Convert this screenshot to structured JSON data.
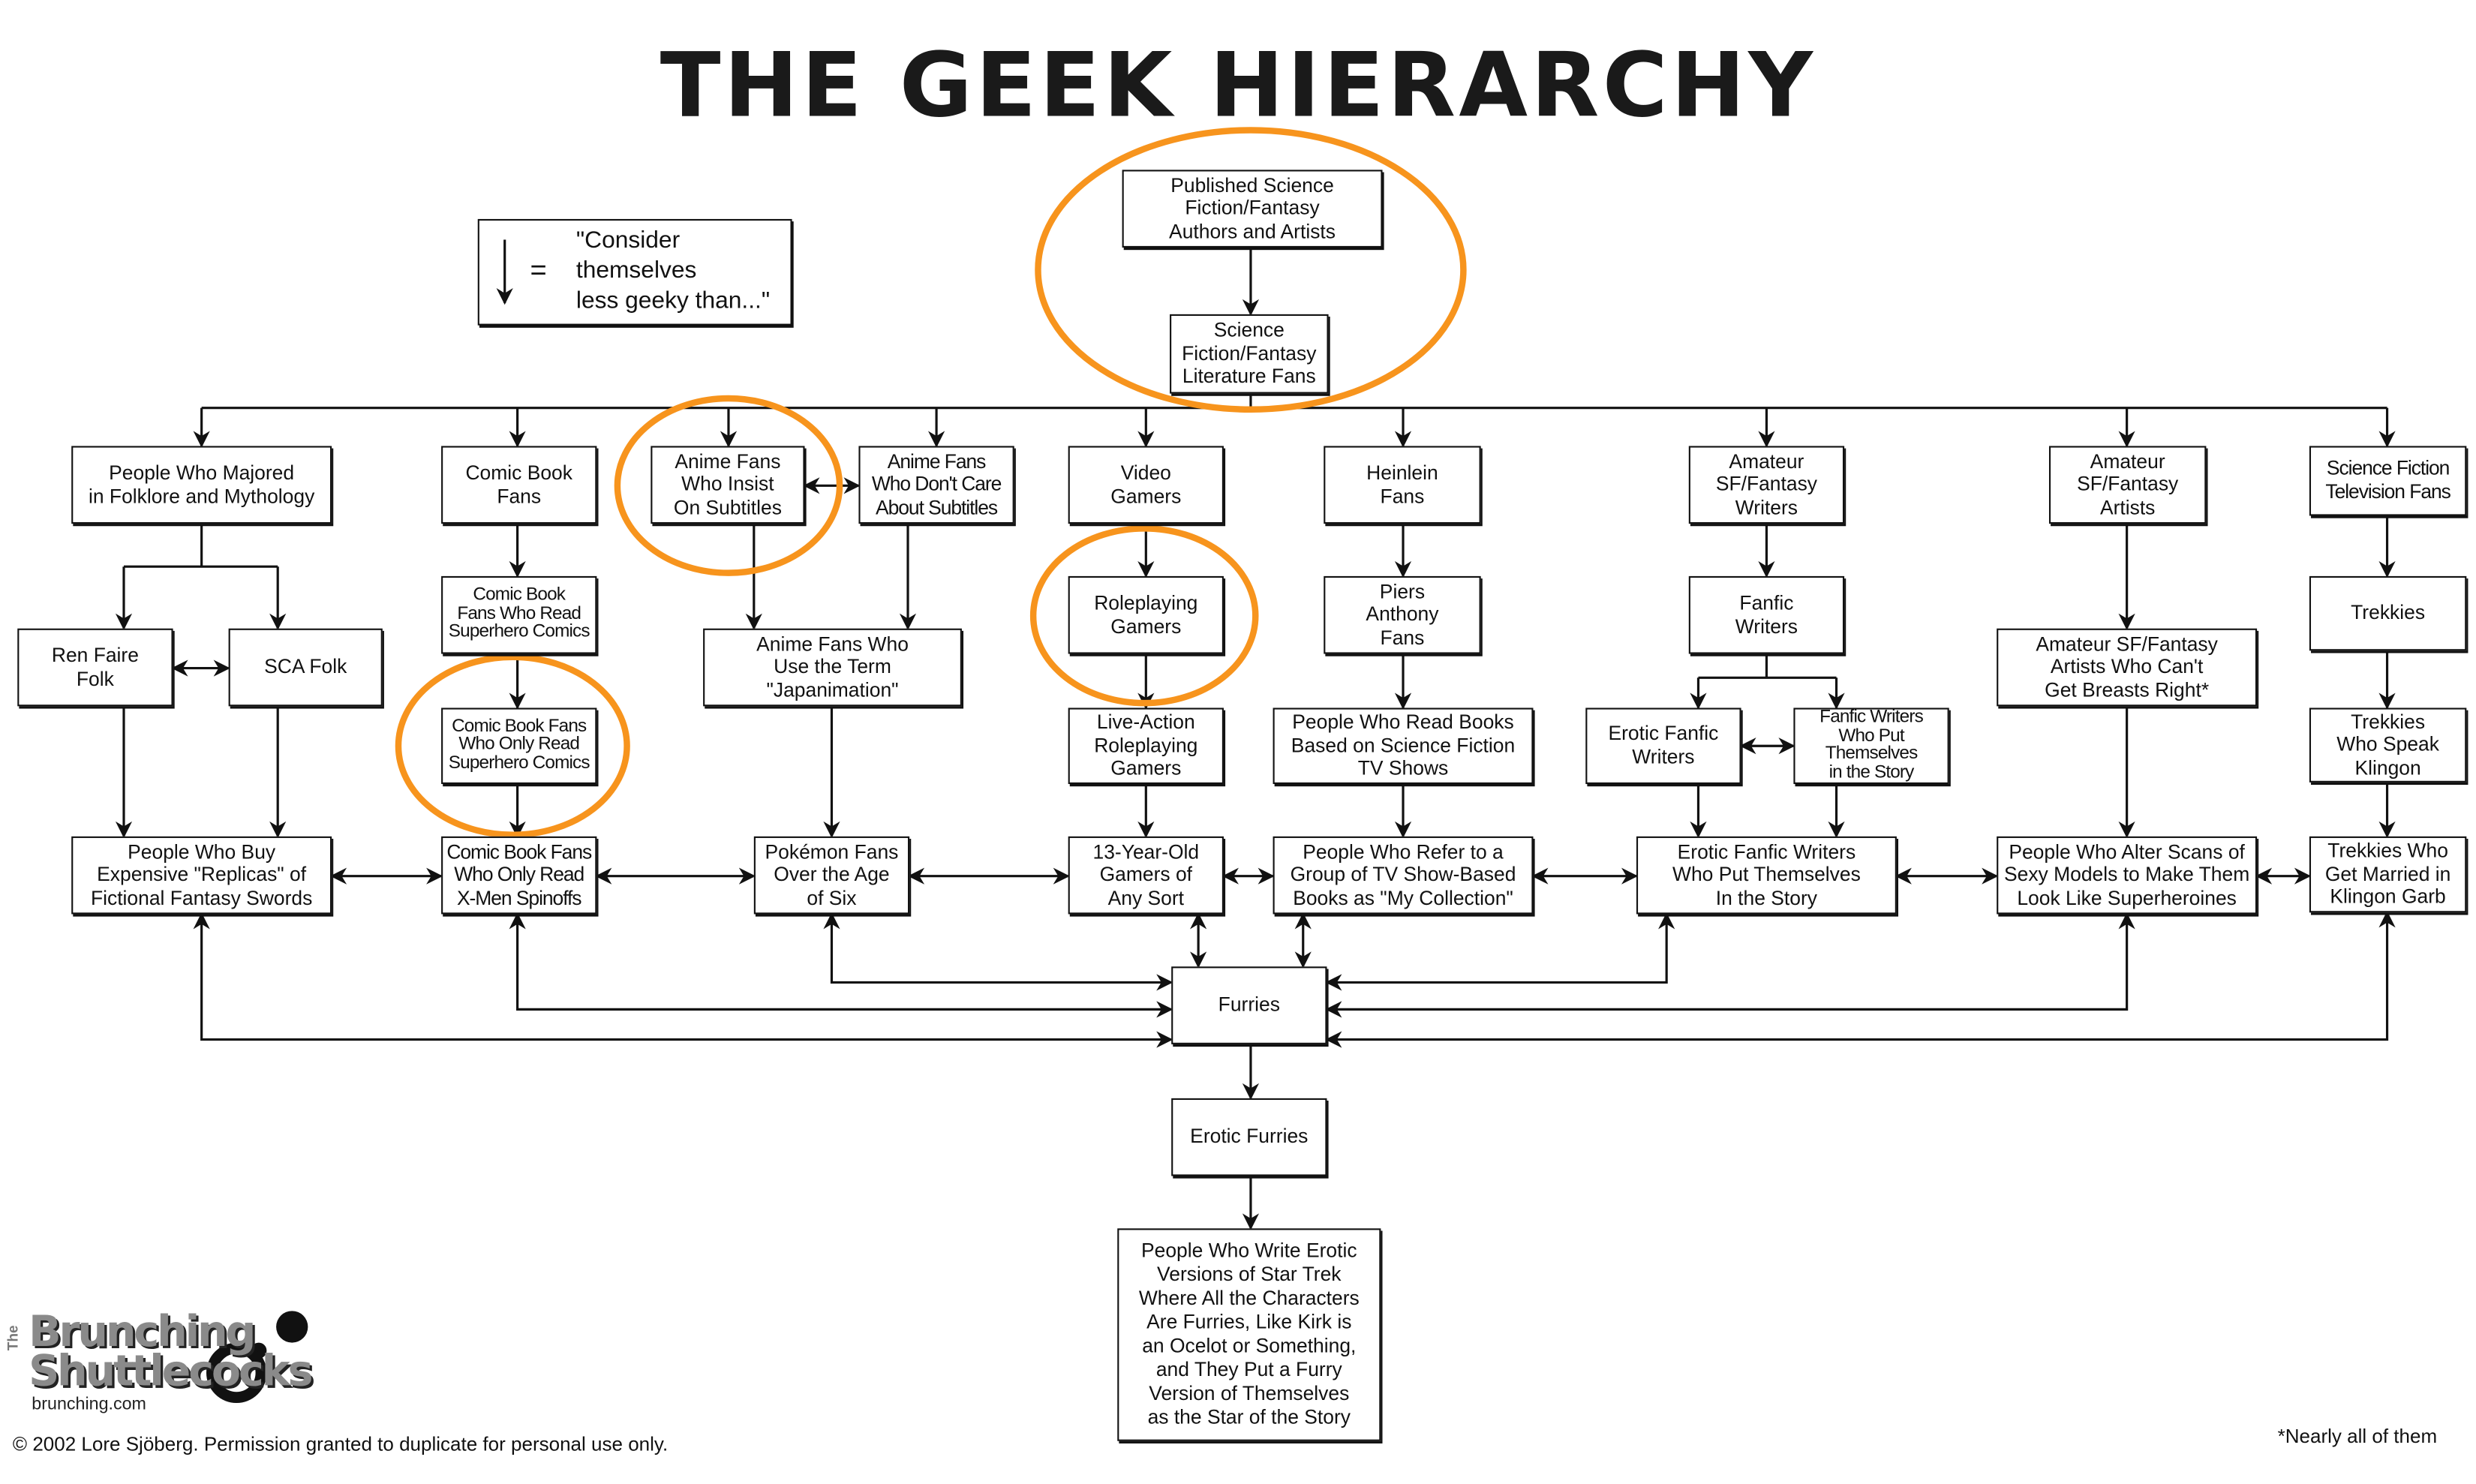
{
  "title": "THE GEEK HIERARCHY",
  "legend": {
    "symbol": "=",
    "arrow_icon": "down-arrow",
    "text": "\"Consider\nthemselves\nless geeky than...\""
  },
  "nodes": {
    "published": "Published Science\nFiction/Fantasy\nAuthors and Artists",
    "sf_lit": "Science\nFiction/Fantasy\nLiterature Fans",
    "folklore": "People Who Majored\nin Folklore and Mythology",
    "comic_fans": "Comic Book\nFans",
    "anime_subtitles": "Anime Fans\nWho  Insist\nOn Subtitles",
    "anime_no_subtitles": "Anime Fans\nWho Don't Care\nAbout Subtitles",
    "video_gamers": "Video\nGamers",
    "heinlein": "Heinlein\nFans",
    "amateur_writers": "Amateur\nSF/Fantasy\nWriters",
    "amateur_artists": "Amateur\nSF/Fantasy\nArtists",
    "sf_tv": "Science Fiction\nTelevision Fans",
    "ren_faire": "Ren Faire\nFolk",
    "sca": "SCA Folk",
    "comic_superhero": "Comic Book\nFans Who Read\nSuperhero Comics",
    "comic_only_superhero": "Comic Book Fans\nWho  Only Read\nSuperhero Comics",
    "japanimation": "Anime Fans Who\nUse the Term\n\"Japanimation\"",
    "roleplaying": "Roleplaying\nGamers",
    "larp": "Live-Action\nRoleplaying\nGamers",
    "piers": "Piers\nAnthony\nFans",
    "tv_books": "People Who Read Books\nBased on Science Fiction\nTV Shows",
    "fanfic": "Fanfic\nWriters",
    "erotic_fanfic": "Erotic Fanfic\nWriters",
    "fanfic_themselves": "Fanfic Writers\nWho Put\nThemselves\nin the Story",
    "artists_breasts": "Amateur SF/Fantasy\nArtists Who Can't\nGet Breasts Right*",
    "trekkies": "Trekkies",
    "klingon_speakers": "Trekkies\nWho Speak\nKlingon",
    "replicas": "People Who Buy\nExpensive \"Replicas\" of\nFictional Fantasy Swords",
    "xmen": "Comic Book Fans\nWho  Only Read\nX-Men Spinoffs",
    "pokemon": "Pokémon Fans\nOver the Age\nof Six",
    "thirteen": "13-Year-Old\nGamers of\nAny Sort",
    "my_collection": "People Who Refer to a\nGroup of TV Show-Based\nBooks as \"My Collection\"",
    "erotic_fanfic_themselves": "Erotic Fanfic Writers\nWho Put Themselves\nIn the Story",
    "alter_scans": "People Who Alter Scans of\nSexy Models to Make Them\nLook Like Superheroines",
    "klingon_garb": "Trekkies Who\nGet Married in\nKlingon Garb",
    "furries": "Furries",
    "erotic_furries": "Erotic Furries",
    "erotic_trek": "People Who Write Erotic\nVersions of Star Trek\nWhere All the Characters\nAre Furries, Like Kirk is\nan Ocelot or Something,\nand They Put a Furry\nVersion of Themselves\nas the Star of the Story"
  },
  "logo": {
    "the": "The",
    "line1": "Brunching",
    "line2": "Shuttlecocks",
    "url": "brunching.com"
  },
  "copyright": "© 2002 Lore Sjöberg. Permission granted to duplicate for personal use only.",
  "footnote": "*Nearly all of them",
  "colors": {
    "highlight": "#f7941d",
    "ink": "#111111"
  }
}
